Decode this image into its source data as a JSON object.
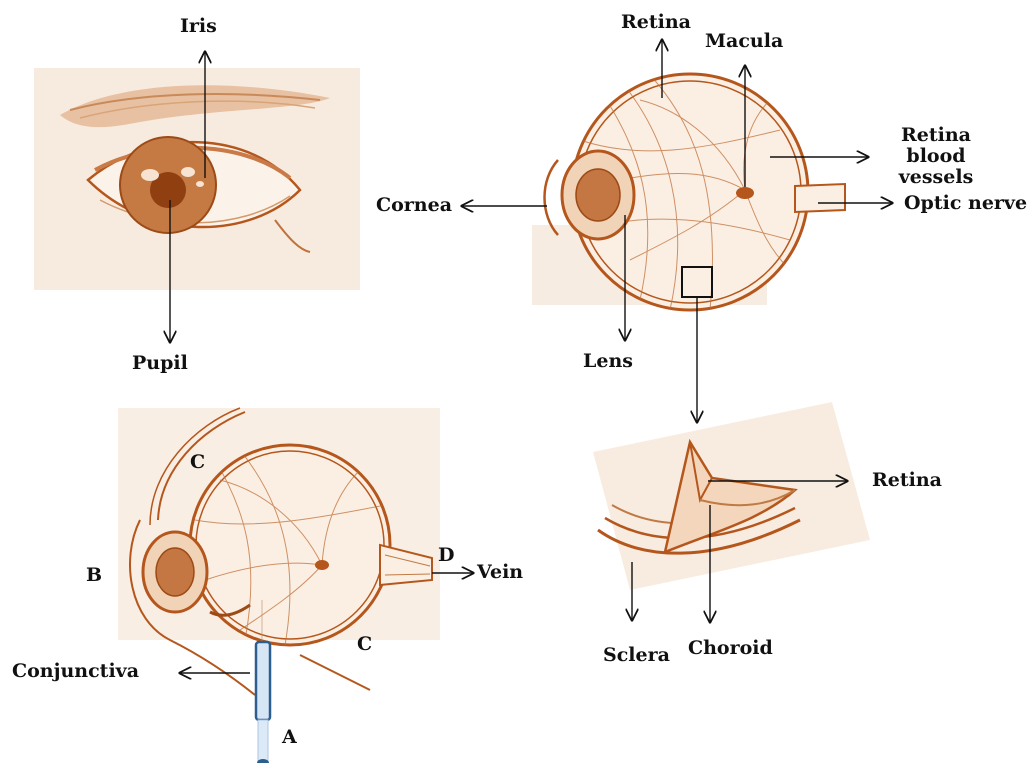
{
  "labels": {
    "iris": "Iris",
    "pupil": "Pupil",
    "retina_top": "Retina",
    "macula": "Macula",
    "retina_blood_vessels": "Retina blood vessels",
    "cornea": "Cornea",
    "optic_nerve": "Optic nerve",
    "lens": "Lens",
    "retina_detail": "Retina",
    "sclera": "Sclera",
    "choroid": "Choroid",
    "c_top": "C",
    "b": "B",
    "d": "D",
    "vein": "Vein",
    "c_right": "C",
    "conjunctiva": "Conjunctiva",
    "a": "A"
  },
  "colors": {
    "ink": "#b5571c",
    "ink_light": "#d89a6a",
    "tint": "#f6e6d6",
    "arrow": "#111111",
    "probe": "#2c5f8f",
    "probe_fill": "#d7e6f5"
  }
}
